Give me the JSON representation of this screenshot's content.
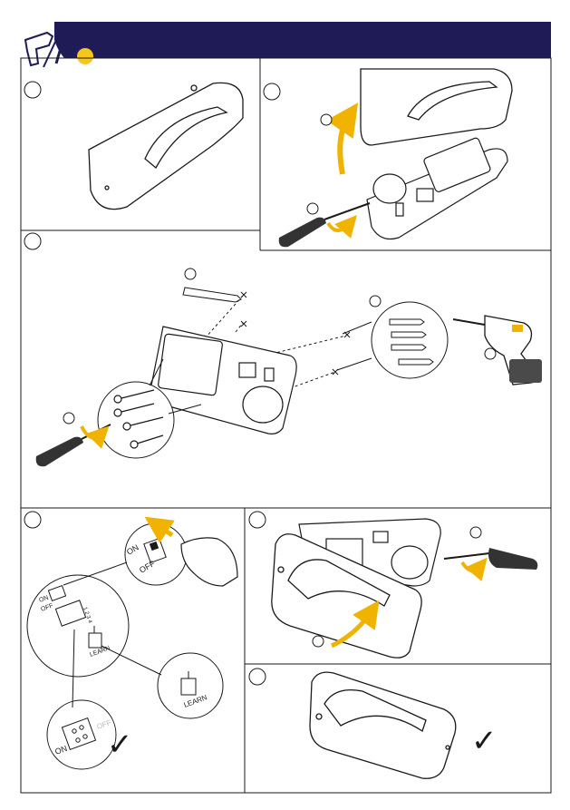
{
  "header": {
    "bar_color": "#1e1b57",
    "icon_names": [
      "drill-icon",
      "screwdriver-icon",
      "pencil-icon",
      "dot-icon"
    ],
    "dot_color": "#f7c61a"
  },
  "arrow_color": "#f0b400",
  "steps": [
    {
      "id": "step-1",
      "description_icon": "housing-closed"
    },
    {
      "id": "step-2",
      "description_icon": "remove-cover"
    },
    {
      "id": "step-3",
      "description_icon": "wall-mounting"
    },
    {
      "id": "step-4",
      "description_icon": "switch-settings"
    },
    {
      "id": "step-5",
      "description_icon": "refit-cover"
    },
    {
      "id": "step-6",
      "description_icon": "housing-closed"
    }
  ],
  "switch_labels": {
    "on": "ON",
    "off": "OFF",
    "learn": "LEARN",
    "dip_digits": "1 2 3 4",
    "dip_on": "ON",
    "dip_off": "OFF"
  },
  "checkmarks": [
    "✓",
    "✓"
  ]
}
